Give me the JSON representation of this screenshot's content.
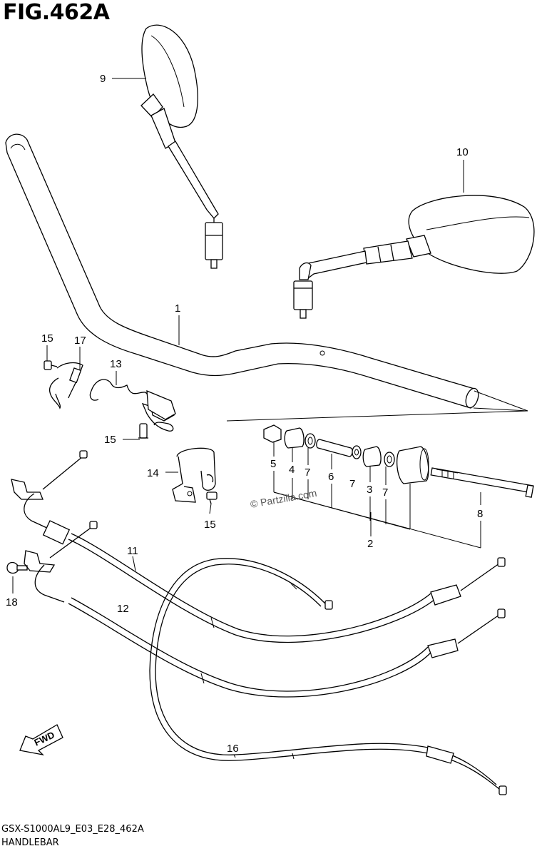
{
  "figure": {
    "title": "FIG.462A",
    "code": "GSX-S1000AL9_E03_E28_462A",
    "name": "HANDLEBAR"
  },
  "watermark": "© Partzilla.com",
  "direction_arrow": {
    "label": "FWD",
    "icon": "fwd-arrow-icon"
  },
  "callouts": {
    "p1": "1",
    "p2": "2",
    "p3": "3",
    "p4": "4",
    "p5": "5",
    "p6": "6",
    "p7a": "7",
    "p7b": "7",
    "p7c": "7",
    "p8": "8",
    "p9": "9",
    "p10": "10",
    "p11": "11",
    "p12": "12",
    "p13": "13",
    "p14": "14",
    "p15a": "15",
    "p15b": "15",
    "p15c": "15",
    "p16": "16",
    "p17": "17",
    "p18": "18"
  },
  "colors": {
    "line": "#000000",
    "background": "#ffffff"
  }
}
